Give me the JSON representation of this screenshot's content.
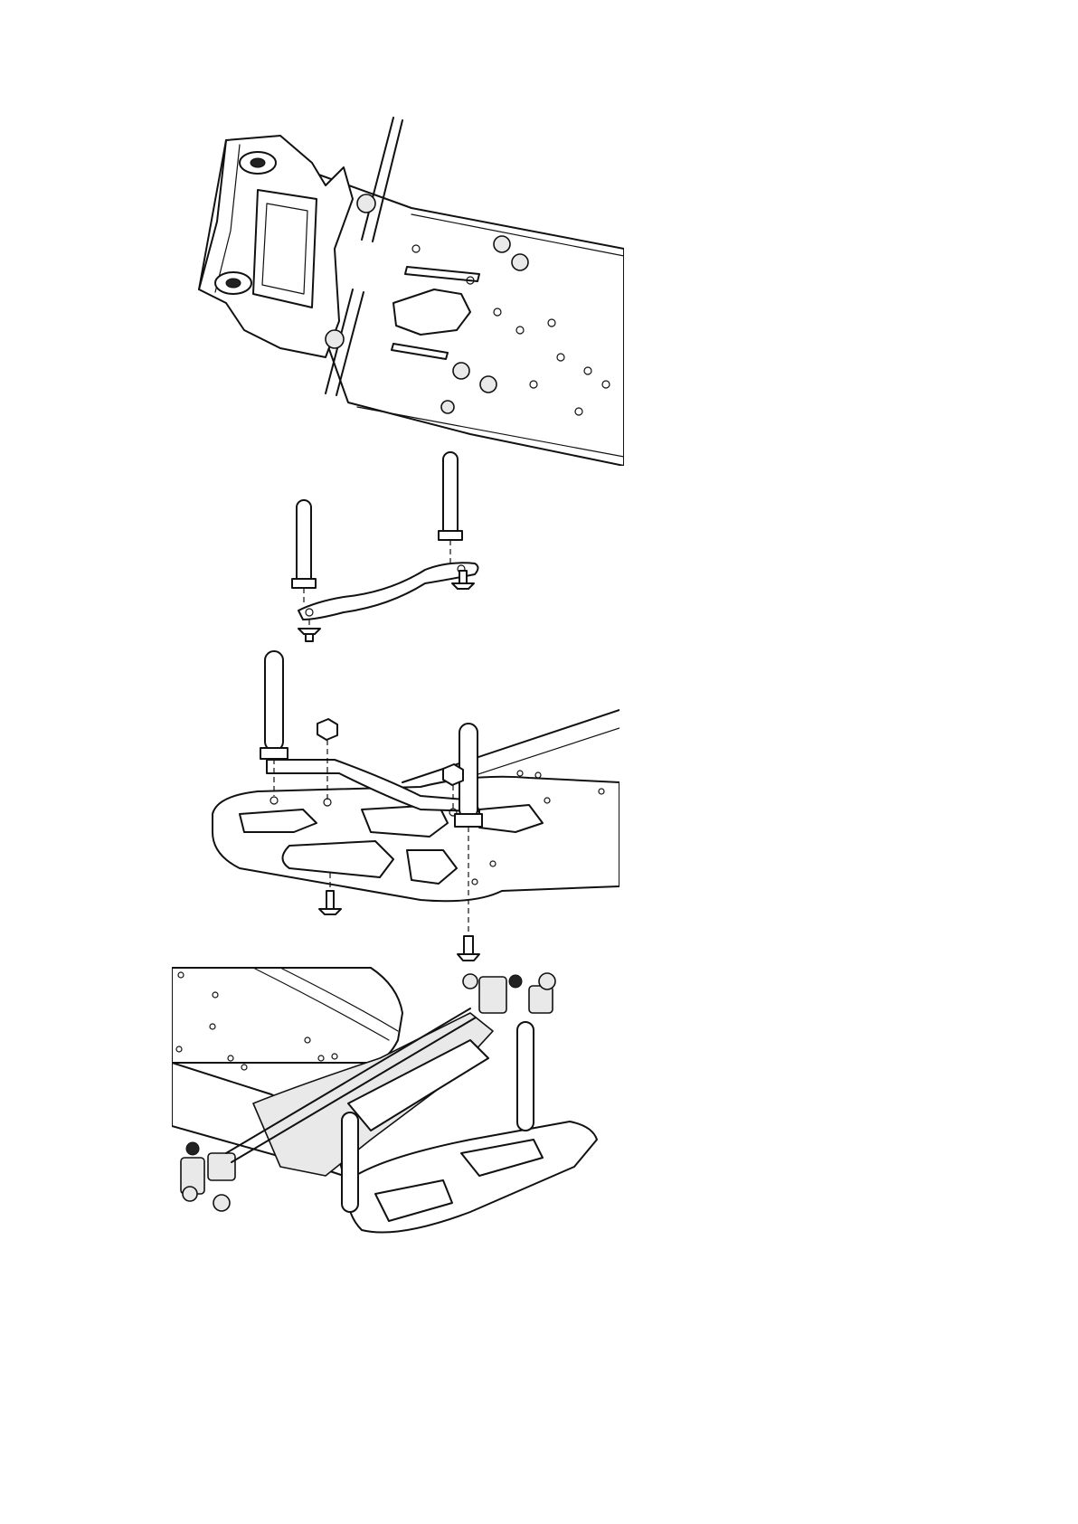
{
  "document": {
    "type": "assembly-instructions",
    "steps": [
      {
        "illustration": "chassis-underside-rear-view"
      },
      {
        "illustration": "bumper-brace-with-posts-exploded"
      },
      {
        "illustration": "bumper-plate-assembly-exploded"
      },
      {
        "illustration": "front-end-assembled-view"
      }
    ]
  }
}
